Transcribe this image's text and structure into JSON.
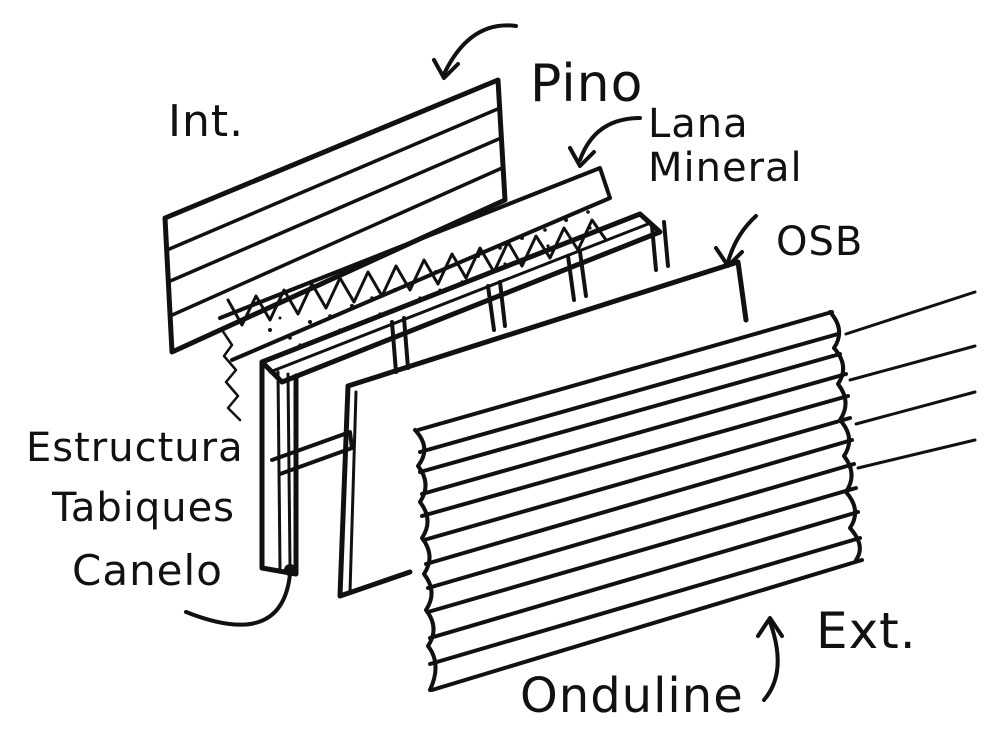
{
  "labels": {
    "interior": "Int.",
    "pino": "Pino",
    "lana": "Lana",
    "mineral": "Mineral",
    "osb": "OSB",
    "estructura": "Estructura",
    "tabiques": "Tabiques",
    "canelo": "Canelo",
    "exterior": "Ext.",
    "onduline": "Onduline"
  },
  "colors": {
    "ink": "#111111",
    "paper": "#ffffff"
  }
}
